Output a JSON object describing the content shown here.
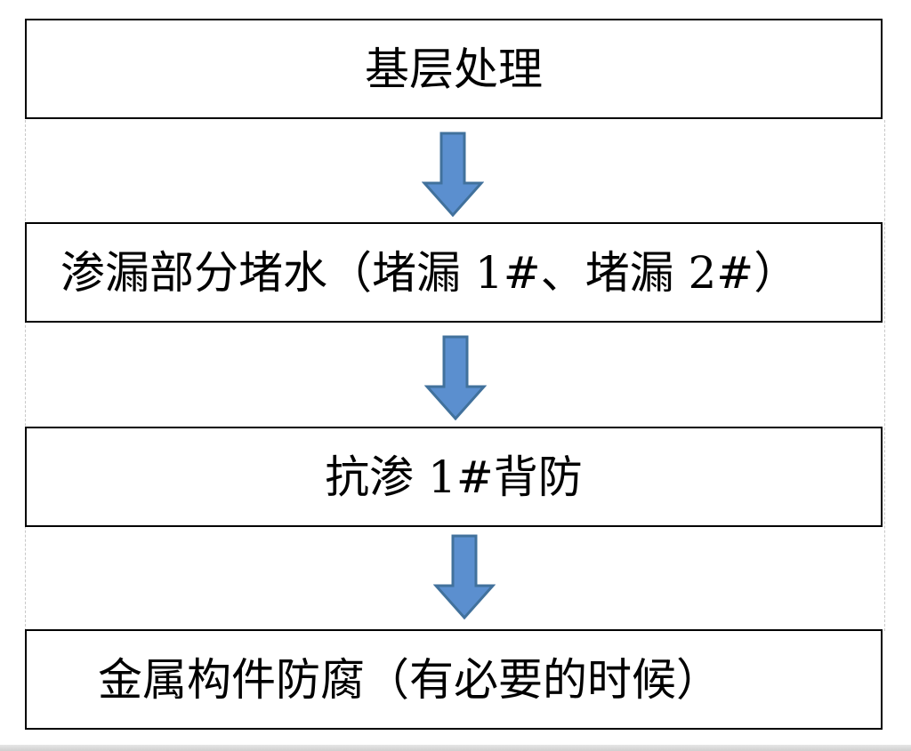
{
  "flowchart": {
    "steps": [
      {
        "label": "基层处理"
      },
      {
        "label": "渗漏部分堵水（堵漏 1#、堵漏 2#）"
      },
      {
        "label": "抗渗 1#背防"
      },
      {
        "label": "金属构件防腐（有必要的时候）"
      }
    ],
    "arrow_fill": "#5B8FCF",
    "arrow_stroke": "#41719C",
    "box_border": "#000000"
  }
}
